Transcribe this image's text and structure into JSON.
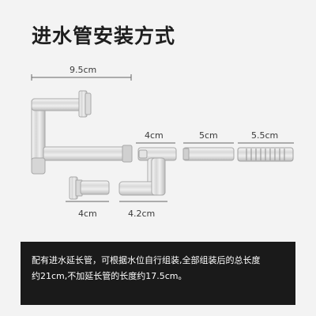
{
  "title": "进水管安装方式",
  "dimensions": {
    "long_elbow": "9.5cm",
    "tee_section": "4cm",
    "straight_tube": "5cm",
    "ribbed_tube": "5.5cm",
    "small_fitting": "4cm",
    "short_elbow": "4.2cm"
  },
  "note": {
    "line1": "配有进水延长管，可根据水位自行组装,全部组装后的总长度",
    "line2": "约21cm,不加延长管的长度约17.5cm。"
  },
  "colors": {
    "background": "#f3f3f3",
    "note_background": "#1a1a1a",
    "note_text": "#ffffff",
    "title_text": "#1e1e1e"
  }
}
